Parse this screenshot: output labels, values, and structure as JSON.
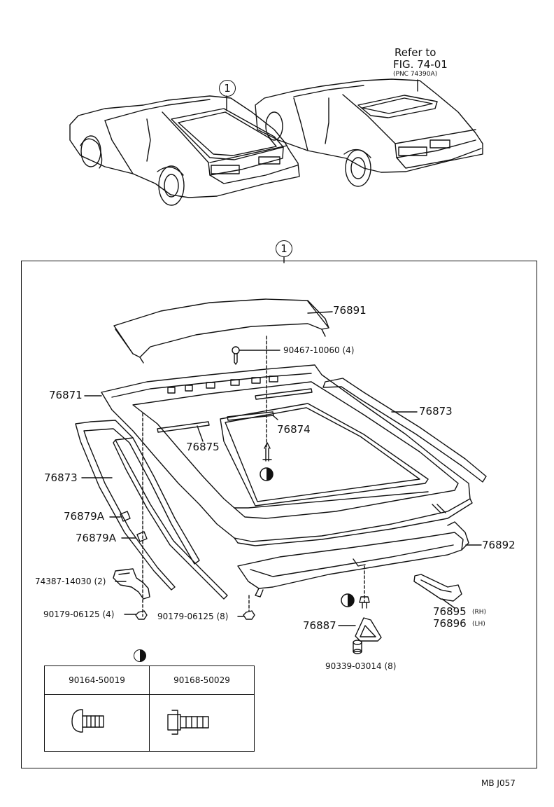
{
  "callout_number": "1",
  "reference": {
    "line1": "Refer to",
    "line2": "FIG. 74-01",
    "line3": "(PNC 74390A)"
  },
  "parts": {
    "p76891": "76891",
    "p90467": "90467-10060 (4)",
    "p76871": "76871",
    "p76873_right": "76873",
    "p76874": "76874",
    "p76875": "76875",
    "p76873_left": "76873",
    "p76879A_1": "76879A",
    "p76879A_2": "76879A",
    "p76892": "76892",
    "p74387": "74387-14030 (2)",
    "p90179_4": "90179-06125 (4)",
    "p90179_8": "90179-06125 (8)",
    "p76887": "76887",
    "p76895": "76895",
    "p76895_side": "(RH)",
    "p76896": "76896",
    "p76896_side": "(LH)",
    "p90339": "90339-03014 (8)"
  },
  "legend": {
    "col1": "90164-50019",
    "col2": "90168-50029"
  },
  "footer": "MB J057"
}
